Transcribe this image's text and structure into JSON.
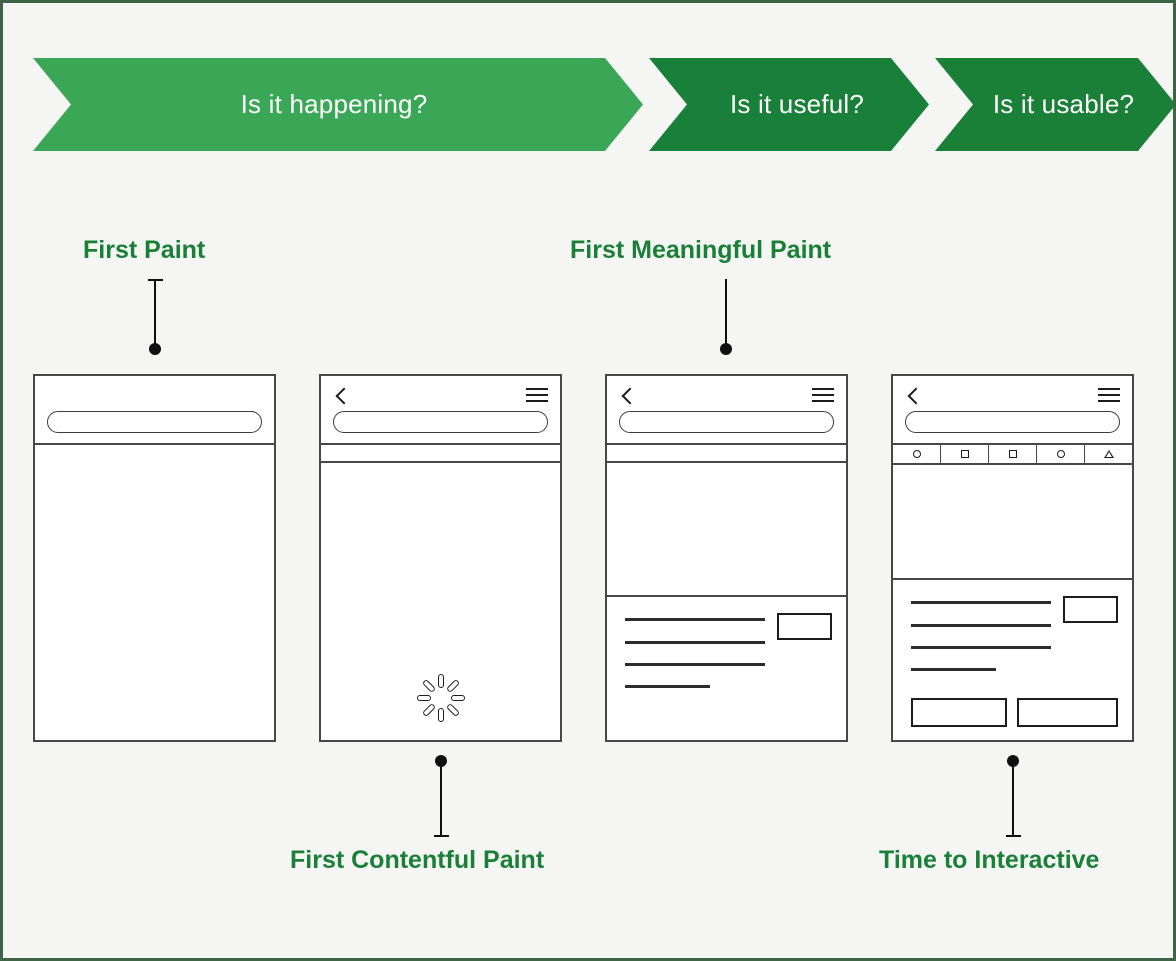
{
  "diagram": {
    "title": "Web performance user-centric metrics timeline",
    "colors": {
      "page_background": "#f5f5f4",
      "page_border": "#3f6346",
      "label_green": "#1a7f37",
      "chevron_light_green": "#3aa757",
      "chevron_mid_green": "#188038",
      "chevron_dark_green": "#1a7f37",
      "wireframe_stroke": "#474747"
    }
  },
  "banner": {
    "segments": [
      {
        "label": "Is it happening?",
        "color": "#3aa757"
      },
      {
        "label": "Is it useful?",
        "color": "#188038"
      },
      {
        "label": "Is it usable?",
        "color": "#1a7f37"
      }
    ]
  },
  "metrics": [
    {
      "id": "first-paint",
      "label": "First Paint",
      "position": "above",
      "phone": 1
    },
    {
      "id": "first-contentful-paint",
      "label": "First Contentful Paint",
      "position": "below",
      "phone": 2
    },
    {
      "id": "first-meaningful-paint",
      "label": "First Meaningful Paint",
      "position": "above",
      "phone": 3
    },
    {
      "id": "time-to-interactive",
      "label": "Time to Interactive",
      "position": "below",
      "phone": 4
    }
  ],
  "phones": [
    {
      "id": "phone-first-paint",
      "has_back_icon": false,
      "has_menu_icon": false,
      "has_url_bar": true,
      "has_sub_bar": false,
      "has_toolbar": false,
      "has_spinner": false,
      "has_content_block": false,
      "has_action_buttons": false
    },
    {
      "id": "phone-first-contentful-paint",
      "has_back_icon": true,
      "has_menu_icon": true,
      "has_url_bar": true,
      "has_sub_bar": true,
      "has_toolbar": false,
      "has_spinner": true,
      "has_content_block": false,
      "has_action_buttons": false
    },
    {
      "id": "phone-first-meaningful-paint",
      "has_back_icon": true,
      "has_menu_icon": true,
      "has_url_bar": true,
      "has_sub_bar": true,
      "has_toolbar": false,
      "has_spinner": false,
      "has_content_block": true,
      "has_action_buttons": false
    },
    {
      "id": "phone-time-to-interactive",
      "has_back_icon": true,
      "has_menu_icon": true,
      "has_url_bar": true,
      "has_sub_bar": false,
      "has_toolbar": true,
      "has_spinner": false,
      "has_content_block": true,
      "has_action_buttons": true
    }
  ],
  "toolbar_icons": [
    "circle",
    "square",
    "square",
    "circle",
    "triangle"
  ],
  "content_block": {
    "text_lines": 4,
    "thumbnail": "rectangle"
  },
  "action_buttons": {
    "count": 2
  }
}
